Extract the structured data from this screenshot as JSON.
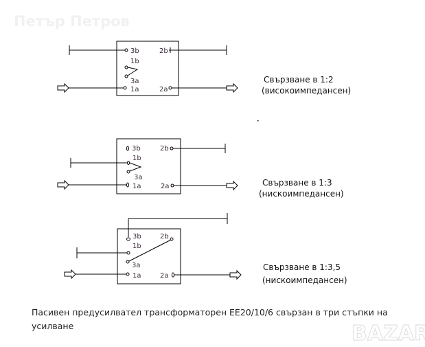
{
  "watermark_top": "Петър Петров",
  "watermark_bottom": "BAZAR",
  "diagrams": [
    {
      "pins": {
        "p3b": "3b",
        "p1b": "1b",
        "p3a": "3a",
        "p1a": "1a",
        "p2b": "2b",
        "p2a": "2a"
      },
      "title": "Свързване в 1:2",
      "subtitle": "(високоимпедансен)"
    },
    {
      "pins": {
        "p3b": "3b",
        "p1b": "1b",
        "p3a": "3a",
        "p1a": "1a",
        "p2b": "2b",
        "p2a": "2a"
      },
      "title": "Свързване в 1:3",
      "subtitle": "(нискоимпедансен)"
    },
    {
      "pins": {
        "p3b": "3b",
        "p1b": "1b",
        "p3a": "3a",
        "p1a": "1a",
        "p2b": "2b",
        "p2a": "2a"
      },
      "title": "Свързване в 1:3,5",
      "subtitle": "(нискоимпедансен)"
    }
  ],
  "caption": {
    "line1": "Пасивен предусилвател трансформаторен EE20/10/6 свързан в три стъпки на",
    "line2": "усилване"
  }
}
